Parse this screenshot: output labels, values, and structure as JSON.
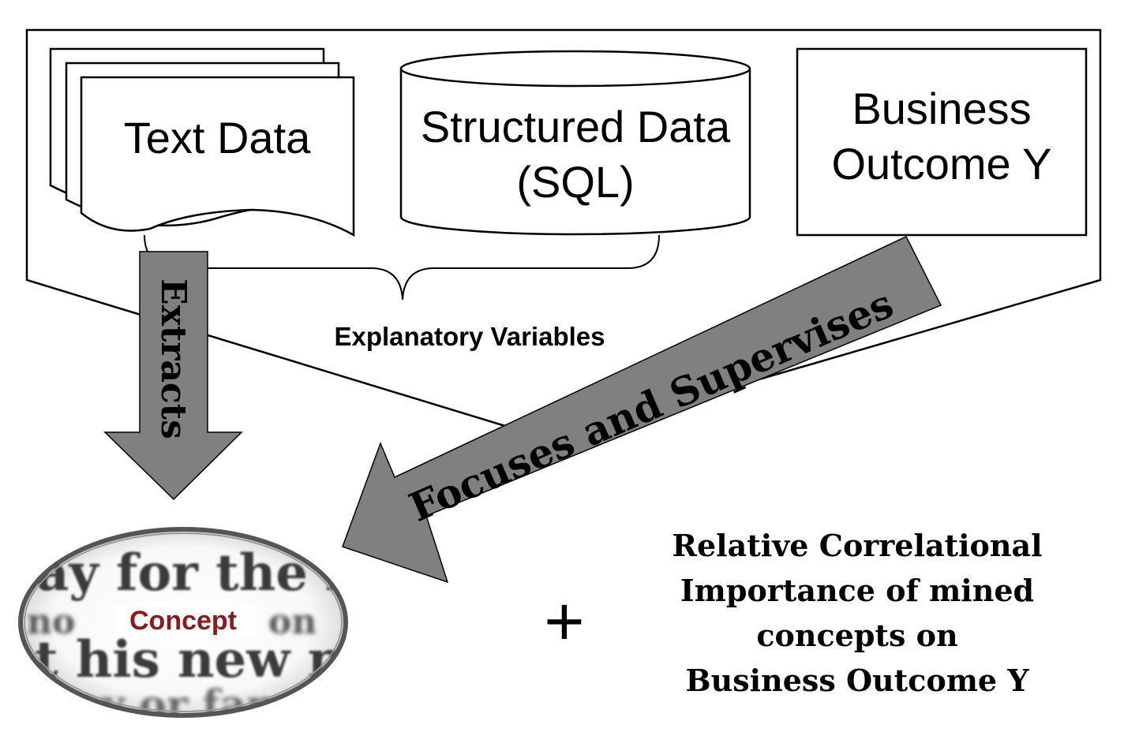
{
  "sources": {
    "text_data": "Text Data",
    "structured_data_line1": "Structured Data",
    "structured_data_line2": "(SQL)",
    "business_outcome_line1": "Business",
    "business_outcome_line2": "Outcome Y"
  },
  "brace_label": "Explanatory Variables",
  "arrows": {
    "extracts": "Extracts",
    "focuses": "Focuses and Supervises"
  },
  "concept": {
    "label": "Concept",
    "background_lines": [
      "ay for the b",
      "no",
      "on",
      "t his new n",
      "ny or fam"
    ]
  },
  "plus": "+",
  "result": {
    "line1": "Relative Correlational",
    "line2": "Importance of mined",
    "line3": "concepts on",
    "line4": "Business Outcome Y"
  },
  "colors": {
    "arrow_fill": "#808080",
    "concept_text": "#8b1a1a",
    "line": "#000000"
  }
}
